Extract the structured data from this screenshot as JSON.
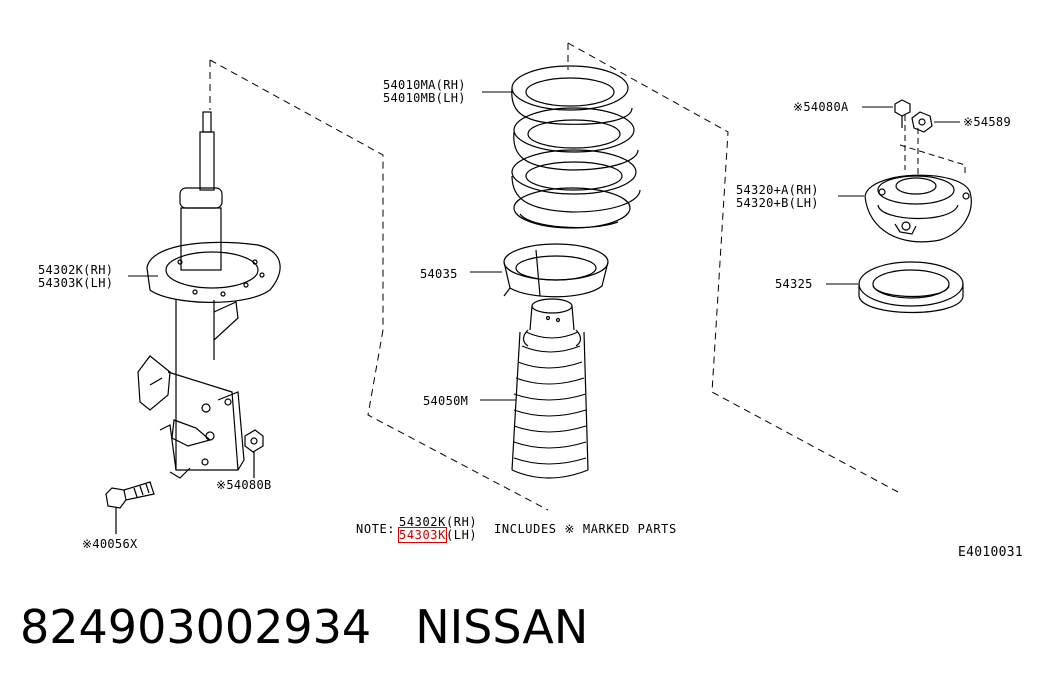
{
  "labels": {
    "spring_rh": "54010MA(RH)",
    "spring_lh": "54010MB(LH)",
    "seat": "54035",
    "bumper": "54050M",
    "strut_rh": "54302K(RH)",
    "strut_lh": "54303K(LH)",
    "bolt_top": "※54080A",
    "nut_top": "※54589",
    "mount_rh": "54320+A(RH)",
    "mount_lh": "54320+B(LH)",
    "bearing": "54325",
    "nut_bracket": "※54080B",
    "bolt_lower": "※40056X"
  },
  "note": {
    "prefix": "NOTE:",
    "line1": "54302K(RH)",
    "line2_highlight": "54303K",
    "line2_rest": "(LH)",
    "suffix": "INCLUDES ※ MARKED PARTS"
  },
  "diagram_code": "E4010031",
  "caption": {
    "part_number": "824903002934",
    "brand": "NISSAN"
  },
  "colors": {
    "line": "#000000",
    "highlight": "#e00000"
  }
}
